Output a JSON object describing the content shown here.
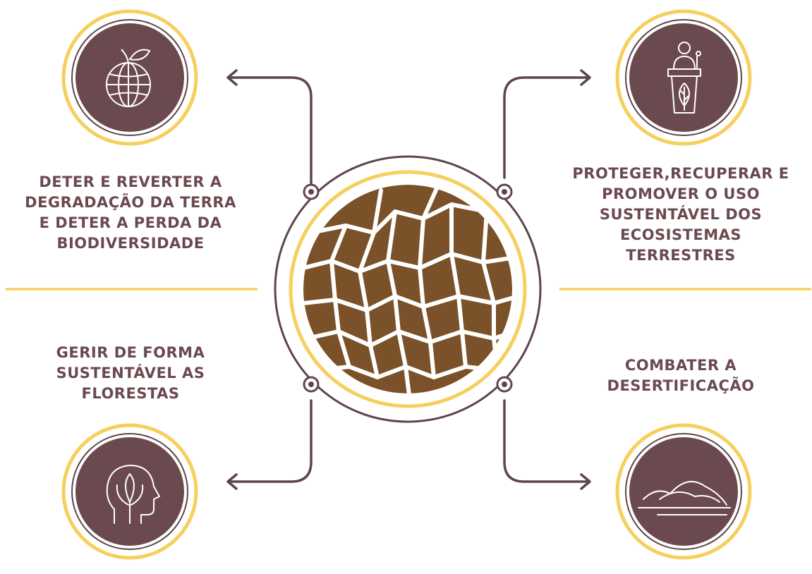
{
  "colors": {
    "accent": "#f6cf5c",
    "plum": "#6b4a4f",
    "soil": "#7a5128",
    "line": "#5e454a"
  },
  "goals": [
    {
      "lines": [
        "DETER E REVERTER A",
        "DEGRADAÇÃO DA TERRA",
        "E DETER A PERDA DA",
        "BIODIVERSIDADE"
      ],
      "icon": "apple-globe-icon"
    },
    {
      "lines": [
        "PROTEGER,RECUPERAR E",
        "PROMOVER O USO",
        "SUSTENTÁVEL DOS",
        "ECOSISTEMAS",
        "TERRESTRES"
      ],
      "icon": "speaker-podium-leaf-icon"
    },
    {
      "lines": [
        "GERIR DE FORMA",
        "SUSTENTÁVEL AS",
        "FLORESTAS"
      ],
      "icon": "head-leaf-icon"
    },
    {
      "lines": [
        "COMBATER A",
        "DESERTIFICAÇÃO"
      ],
      "icon": "dunes-icon"
    }
  ],
  "center": {
    "icon": "cracked-earth-icon"
  }
}
